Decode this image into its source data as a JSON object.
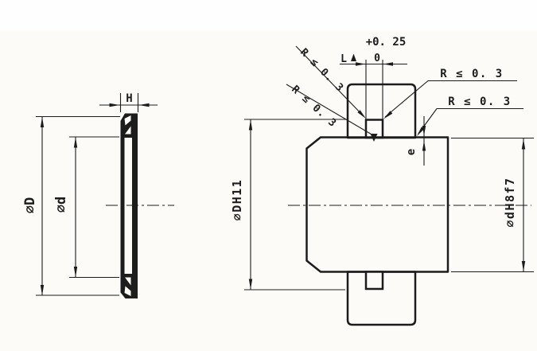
{
  "drawing": {
    "type": "technical-seal-installation-drawing",
    "ink_color": "#1c1c1c",
    "paper_color": "#fcfbf8",
    "left_view": {
      "description": "seal ring cross-section",
      "h_label": "H",
      "outer_dia_label": "∅D",
      "inner_dia_label": "∅d"
    },
    "right_view": {
      "description": "groove installation cross-section",
      "tol_upper": "+0. 25",
      "groove_width_label": "L",
      "tol_lower": "0",
      "radius_note_a": "R ≤ 0. 3",
      "radius_note_b": "R ≤ 0. 3",
      "radius_note_c": "R ≤ 0. 3",
      "radius_note_d": "R ≤ 0. 3",
      "clearance_label": "e",
      "bore_label": "∅DH11",
      "rod_label": "∅dH8f7"
    }
  }
}
